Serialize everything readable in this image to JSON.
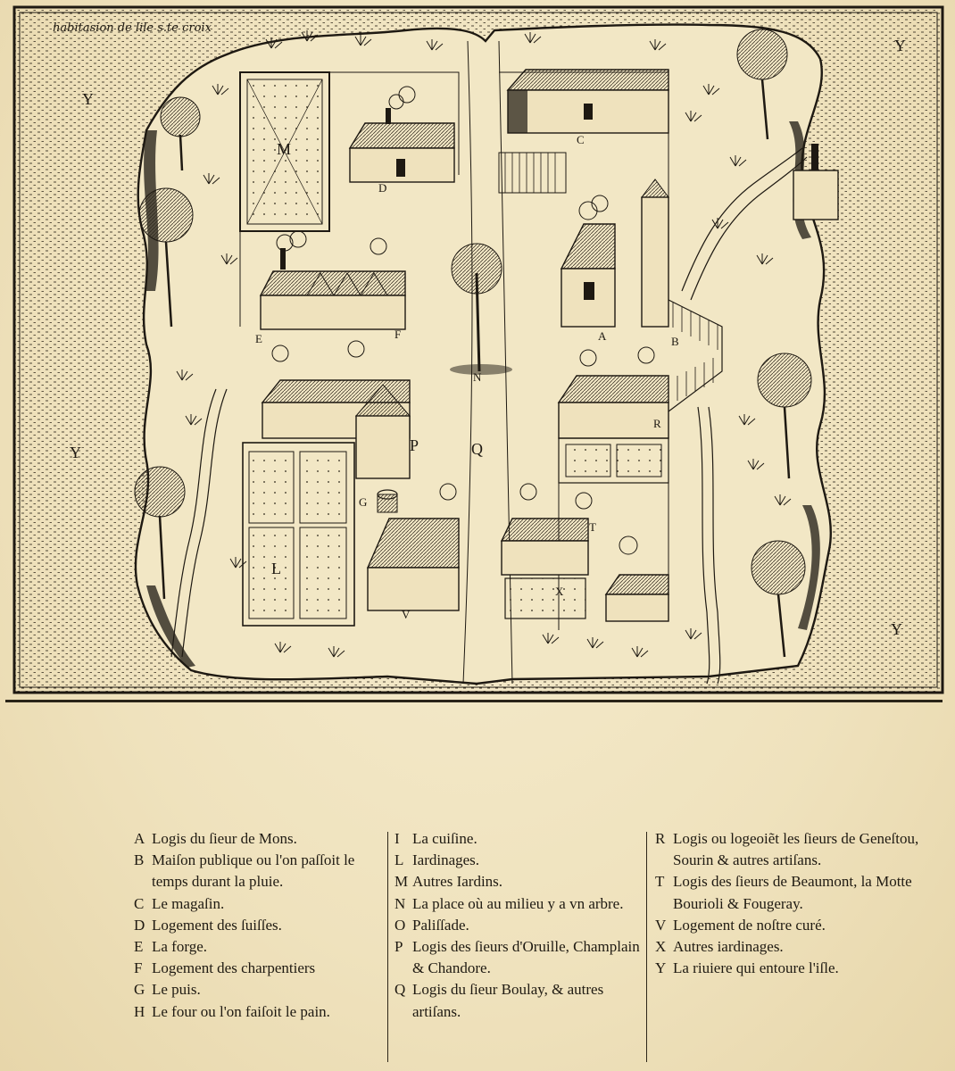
{
  "map": {
    "title": "habitasion de lile s.te croix",
    "letters": {
      "A": "A",
      "B": "B",
      "C": "C",
      "D": "D",
      "E": "E",
      "F": "F",
      "G": "G",
      "L": "L",
      "M": "M",
      "N": "N",
      "P": "P",
      "Q": "Q",
      "R": "R",
      "T": "T",
      "V": "V",
      "X": "X",
      "Y": "Y"
    },
    "colors": {
      "ink": "#1e1912",
      "paper": "#f2e7c5",
      "water_dots": "#3a3224"
    }
  },
  "legend": {
    "col1": [
      {
        "key": "A",
        "text": "Logis du ſieur de Mons."
      },
      {
        "key": "B",
        "text": "Maiſon publique ou l'on paſſoit le temps durant la pluie."
      },
      {
        "key": "C",
        "text": "Le magaſin."
      },
      {
        "key": "D",
        "text": "Logement des ſuiſſes."
      },
      {
        "key": "E",
        "text": "La forge."
      },
      {
        "key": "F",
        "text": "Logement des charpentiers"
      },
      {
        "key": "G",
        "text": "Le puis."
      },
      {
        "key": "H",
        "text": "Le four ou l'on faiſoit le pain."
      }
    ],
    "col2": [
      {
        "key": "I",
        "text": "La cuiſine."
      },
      {
        "key": "L",
        "text": "Iardinages."
      },
      {
        "key": "M",
        "text": "Autres Iardins."
      },
      {
        "key": "N",
        "text": "La place où au milieu y a vn arbre."
      },
      {
        "key": "O",
        "text": "Paliſſade."
      },
      {
        "key": "P",
        "text": "Logis des ſieurs d'Oruille, Champlain & Chandore."
      },
      {
        "key": "Q",
        "text": "Logis du ſieur Boulay, & autres artiſans."
      }
    ],
    "col3": [
      {
        "key": "R",
        "text": "Logis ou logeoiẽt les ſieurs de Geneſtou, Sourin & autres artiſans."
      },
      {
        "key": "T",
        "text": "Logis des ſieurs de Beaumont, la Motte Bourioli & Fougeray."
      },
      {
        "key": "V",
        "text": "Logement de noſtre curé."
      },
      {
        "key": "X",
        "text": "Autres iardinages."
      },
      {
        "key": "Y",
        "text": "La riuiere qui entoure l'iſle."
      }
    ]
  }
}
